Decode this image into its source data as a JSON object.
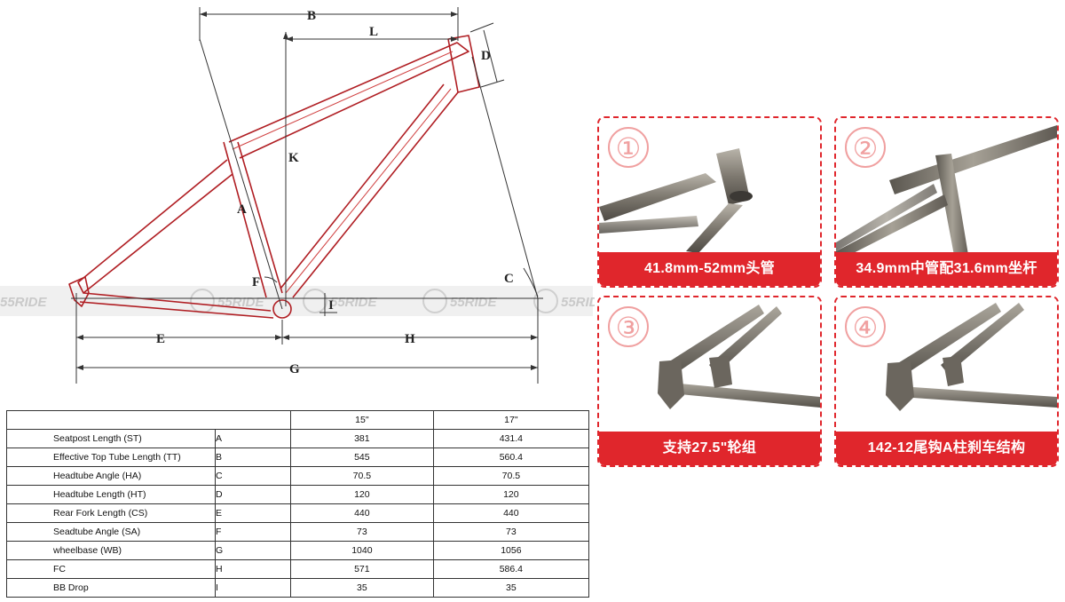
{
  "dimension_letters": {
    "A": "A",
    "B": "B",
    "C": "C",
    "D": "D",
    "E": "E",
    "F": "F",
    "G": "G",
    "H": "H",
    "I": "I",
    "K": "K",
    "L": "L"
  },
  "watermark": "55RIDE",
  "spec_table": {
    "sizes": [
      "15\"",
      "17\""
    ],
    "rows": [
      {
        "name": "Seatpost Length  (ST)",
        "code": "A",
        "v1": "381",
        "v2": "431.4"
      },
      {
        "name": "Effective Top Tube Length (TT)",
        "code": "B",
        "v1": "545",
        "v2": "560.4"
      },
      {
        "name": "Headtube Angle  (HA)",
        "code": "C",
        "v1": "70.5",
        "v2": "70.5"
      },
      {
        "name": "Headtube Length (HT)",
        "code": "D",
        "v1": "120",
        "v2": "120"
      },
      {
        "name": "Rear Fork Length  (CS)",
        "code": "E",
        "v1": "440",
        "v2": "440"
      },
      {
        "name": "Seadtube Angle  (SA)",
        "code": "F",
        "v1": "73",
        "v2": "73"
      },
      {
        "name": "wheelbase  (WB)",
        "code": "G",
        "v1": "1040",
        "v2": "1056"
      },
      {
        "name": "FC",
        "code": "H",
        "v1": "571",
        "v2": "586.4"
      },
      {
        "name": "BB Drop",
        "code": "I",
        "v1": "35",
        "v2": "35"
      }
    ]
  },
  "cards": [
    {
      "number": "①",
      "caption": "41.8mm-52mm头管"
    },
    {
      "number": "②",
      "caption": "34.9mm中管配31.6mm坐杆"
    },
    {
      "number": "③",
      "caption": "支持27.5\"轮组"
    },
    {
      "number": "④",
      "caption": "142-12尾钩A柱刹车结构"
    }
  ],
  "colors": {
    "accent": "#e0262c",
    "frame_outline": "#b01e23",
    "metal": "#8a857c"
  }
}
